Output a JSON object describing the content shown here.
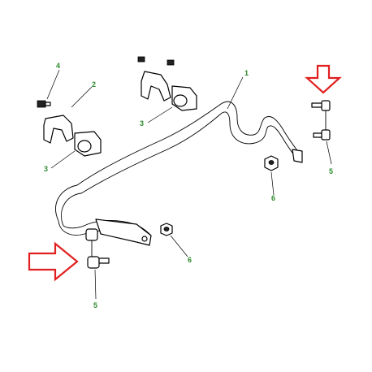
{
  "diagram": {
    "colors": {
      "callout_text": "#2e8b2e",
      "arrow_stroke": "#e02020",
      "line": "#000000",
      "background": "#ffffff"
    },
    "callouts": {
      "bar": "1",
      "clamp_left": "2",
      "bush_top": "3",
      "bush_left": "3",
      "bolt": "4",
      "link_right": "5",
      "link_left": "5",
      "nut_right": "6",
      "nut_left": "6"
    },
    "arrows": [
      {
        "name": "highlight-arrow-down",
        "direction": "down"
      },
      {
        "name": "highlight-arrow-right",
        "direction": "right"
      }
    ]
  }
}
